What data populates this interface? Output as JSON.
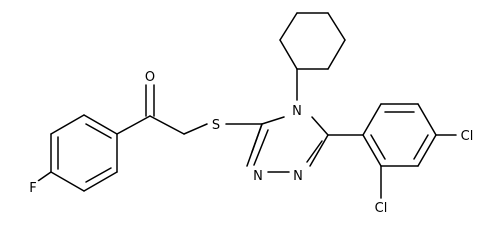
{
  "atoms": {
    "oxygen": "O",
    "sulfur": "S",
    "fluorine": "F",
    "chlorine_para": "Cl",
    "chlorine_ortho": "Cl",
    "nitrogen_4": "N",
    "nitrogen_1": "N",
    "nitrogen_2": "N"
  }
}
